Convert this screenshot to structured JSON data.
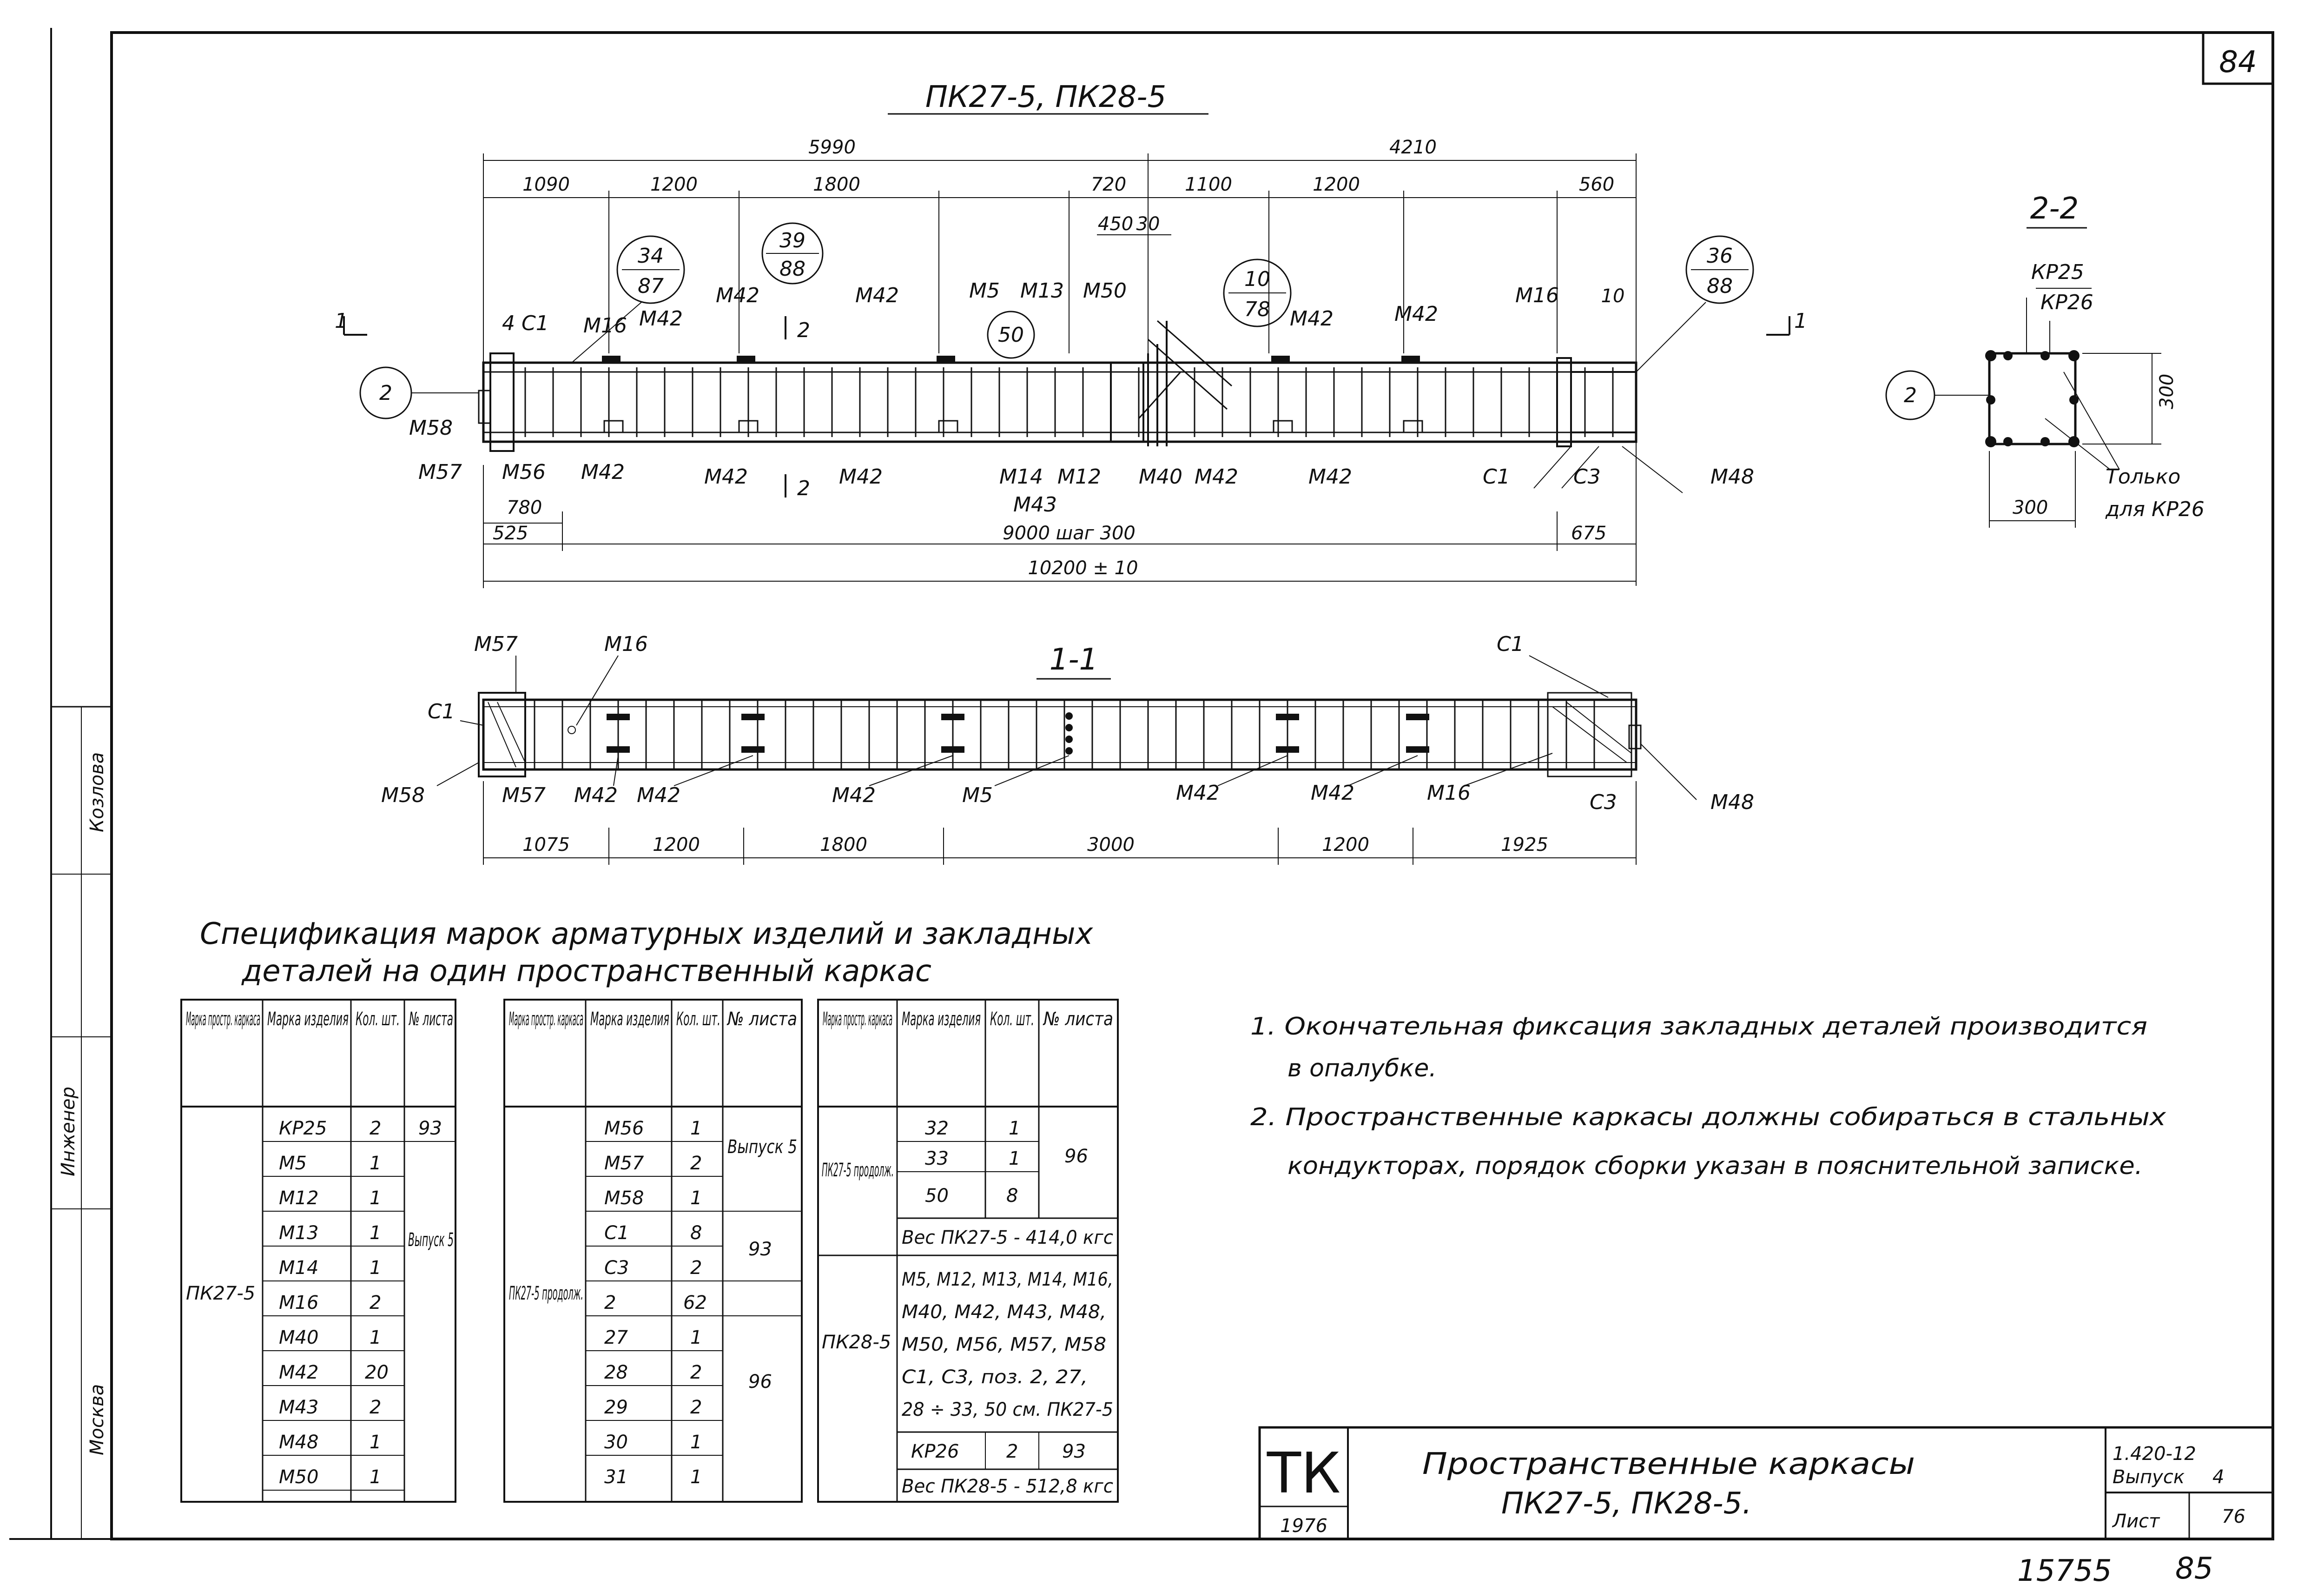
{
  "sheet_number": "84",
  "header_title": "ПК27-5, ПК28-5",
  "section_label_1": "1-1",
  "section_label_2": "2-2",
  "section_marks": {
    "one": "1",
    "two": "2"
  },
  "elevation": {
    "dims_top": [
      "5990",
      "4210"
    ],
    "dims_mid": [
      "1090",
      "1200",
      "1800",
      "720",
      "1100",
      "1200",
      "560"
    ],
    "dims_small": [
      "450",
      "30",
      "10"
    ],
    "dims_bottom": [
      "780",
      "525",
      "675",
      "9000 шаг 300",
      "10200 ± 10"
    ],
    "circles": [
      {
        "top": "34",
        "bottom": "87"
      },
      {
        "top": "39",
        "bottom": "88"
      },
      {
        "top": "10",
        "bottom": "78"
      },
      {
        "top": "36",
        "bottom": "88"
      },
      {
        "top": "50",
        "bottom": ""
      },
      {
        "top": "2",
        "bottom": ""
      }
    ],
    "labels_top": [
      "4 C1",
      "М16",
      "М42",
      "М42",
      "М42",
      "М5",
      "М13",
      "М50",
      "М42",
      "М42",
      "М16"
    ],
    "labels_bottom": [
      "М58",
      "М57",
      "М56",
      "М42",
      "М42",
      "М42",
      "М14",
      "М12",
      "М40",
      "М42",
      "М42",
      "С1",
      "С3",
      "М48",
      "М43"
    ]
  },
  "section11": {
    "labels": [
      "М57",
      "М16",
      "С1",
      "М58",
      "М57",
      "М42",
      "М42",
      "М42",
      "М5",
      "М42",
      "М42",
      "М16",
      "С3",
      "М48",
      "С1"
    ],
    "dims": [
      "1075",
      "1200",
      "1800",
      "3000",
      "1200",
      "1925"
    ]
  },
  "section22": {
    "labels": [
      "КР25",
      "КР26",
      "Только",
      "для КР26"
    ],
    "dims": [
      "300",
      "300"
    ],
    "circle": "2"
  },
  "spec_title_line1": "Спецификация марок арматурных изделий и закладных",
  "spec_title_line2": "деталей на один пространственный каркас",
  "table_headers": [
    "Марка простр. каркаса",
    "Марка изделия",
    "Кол. шт.",
    "№ листа"
  ],
  "table1": {
    "frame": "ПК27-5",
    "rows": [
      [
        "КР25",
        "2",
        "93"
      ],
      [
        "М5",
        "1",
        ""
      ],
      [
        "М12",
        "1",
        ""
      ],
      [
        "М13",
        "1",
        "Выпуск 5"
      ],
      [
        "М14",
        "1",
        ""
      ],
      [
        "М16",
        "2",
        ""
      ],
      [
        "М40",
        "1",
        ""
      ],
      [
        "М42",
        "20",
        ""
      ],
      [
        "М43",
        "2",
        ""
      ],
      [
        "М48",
        "1",
        ""
      ],
      [
        "М50",
        "1",
        ""
      ]
    ]
  },
  "table2": {
    "frame": "ПК27-5 продолж.",
    "rows": [
      [
        "М56",
        "1",
        "Выпуск 5"
      ],
      [
        "М57",
        "2",
        ""
      ],
      [
        "М58",
        "1",
        ""
      ],
      [
        "С1",
        "8",
        "93"
      ],
      [
        "С3",
        "2",
        ""
      ],
      [
        "2",
        "62",
        ""
      ],
      [
        "27",
        "1",
        "96"
      ],
      [
        "28",
        "2",
        ""
      ],
      [
        "29",
        "2",
        ""
      ],
      [
        "30",
        "1",
        ""
      ],
      [
        "31",
        "1",
        ""
      ]
    ]
  },
  "table3": {
    "frame1": "ПК27-5 продолж.",
    "rows1": [
      [
        "32",
        "1",
        "96"
      ],
      [
        "33",
        "1",
        ""
      ],
      [
        "50",
        "8",
        ""
      ]
    ],
    "weight1": "Вес ПК27-5 - 414,0 кгс",
    "frame2": "ПК28-5",
    "composition": [
      "М5, М12, М13, М14, М16,",
      "М40, М42, М43, М48,",
      "М50, М56, М57, М58",
      "С1, С3, поз. 2, 27,",
      "28 ÷ 33, 50 см. ПК27-5"
    ],
    "row_kr": [
      "КР26",
      "2",
      "93"
    ],
    "weight2": "Вес ПК28-5 - 512,8 кгс"
  },
  "notes": [
    "1. Окончательная фиксация закладных деталей производится",
    "в опалубке.",
    "2. Пространственные каркасы должны собираться в стальных",
    "кондукторах, порядок сборки указан в пояснительной записке."
  ],
  "stamp": {
    "logo": "ТК",
    "year": "1976",
    "title1": "Пространственные каркасы",
    "title2": "ПК27-5, ПК28-5.",
    "series": "1.420-12",
    "issue_label": "Выпуск",
    "issue": "4",
    "sheet_label": "Лист",
    "sheet": "76"
  },
  "side_stamp": [
    "Козлова",
    "Инженер",
    "Москва"
  ],
  "bottom_numbers": [
    "15755",
    "85"
  ]
}
